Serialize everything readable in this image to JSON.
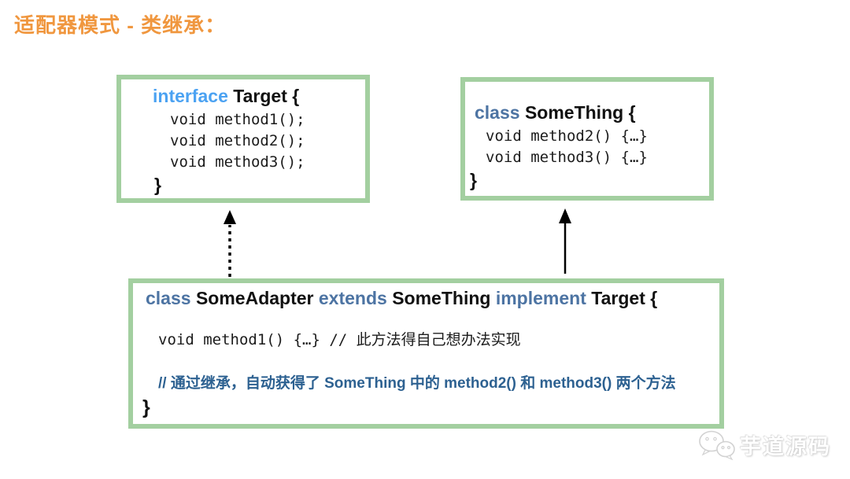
{
  "title": {
    "text": "适配器模式 - 类继承："
  },
  "colors": {
    "box_border": "#a3cfa0",
    "keyword_interface": "#4ba2f2",
    "keyword_class": "#4d74a3",
    "comment_blue": "#2d6191",
    "code_text": "#1c1c1c",
    "name_text": "#111111",
    "arrow": "#000000",
    "title_orange": "#f0973f"
  },
  "boxes": {
    "target": {
      "keyword": "interface",
      "name_part": "Target {",
      "lines": [
        "void method1();",
        "void method2();",
        "void method3();"
      ],
      "close": "}"
    },
    "something": {
      "keyword": "class",
      "name_part": "SomeThing {",
      "lines": [
        "void method2() {…}",
        "void method3() {…}"
      ],
      "close": "}"
    },
    "adapter": {
      "header_parts": [
        {
          "text": "class",
          "type": "keyword"
        },
        {
          "text": "SomeAdapter",
          "type": "name"
        },
        {
          "text": "extends",
          "type": "keyword"
        },
        {
          "text": "SomeThing",
          "type": "name"
        },
        {
          "text": "implement",
          "type": "keyword"
        },
        {
          "text": "Target {",
          "type": "name"
        }
      ],
      "code_line": "void method1() {…} // 此方法得自己想办法实现",
      "comment_line": "// 通过继承，自动获得了 SomeThing 中的 method2() 和 method3() 两个方法",
      "close": "}"
    }
  },
  "arrows": {
    "dotted_meaning": "implements Target (dashed realization arrow)",
    "solid_meaning": "extends SomeThing (solid inheritance arrow)"
  },
  "watermark": {
    "text": "芋道源码",
    "icon": "wechat-icon"
  }
}
